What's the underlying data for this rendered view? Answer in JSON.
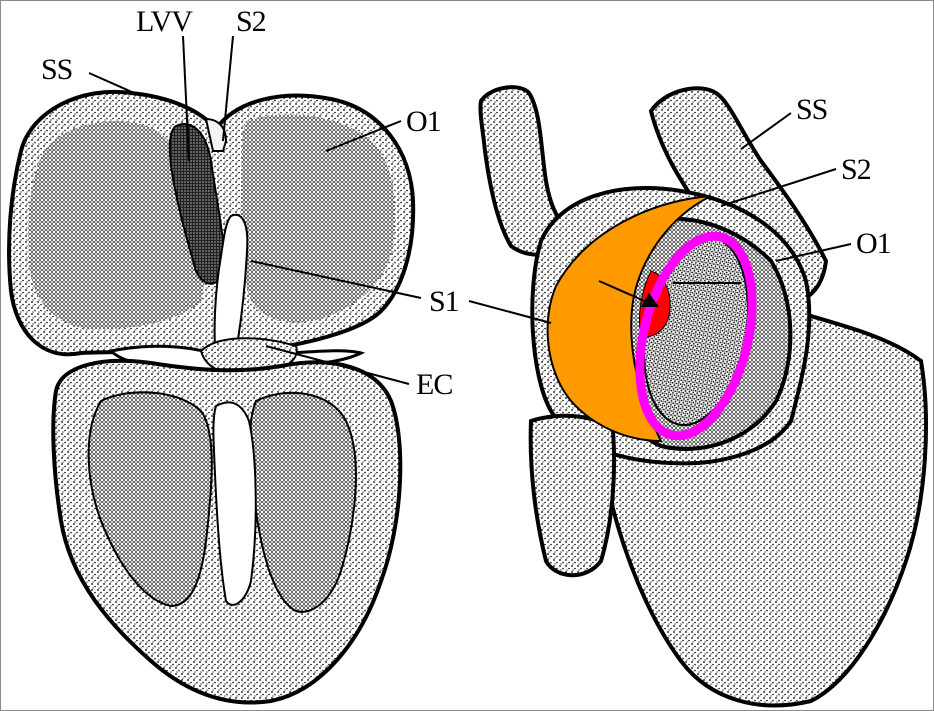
{
  "labels": {
    "left_ss": "SS",
    "left_lvv": "LVV",
    "left_s2": "S2",
    "left_o1": "O1",
    "left_s1": "S1",
    "left_ec": "EC",
    "right_ss": "SS",
    "right_s2": "S2",
    "right_o1": "O1"
  },
  "colors": {
    "stipple_dark": "#000000",
    "tissue_light": "#e9e9e9",
    "flap_orange": "#ff9900",
    "ring_magenta": "#ff00ff",
    "dot_red": "#ff0000",
    "border": "#8a8a8a"
  }
}
